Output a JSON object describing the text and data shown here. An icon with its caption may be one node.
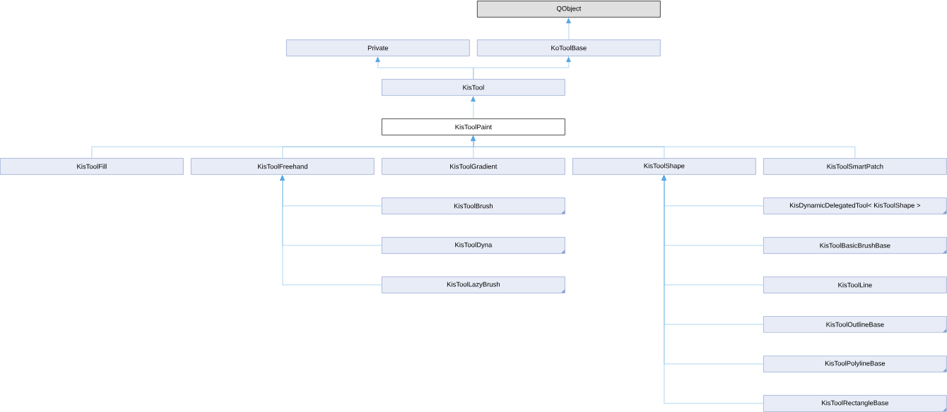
{
  "diagram": {
    "nodes": [
      {
        "text": [
          "QObject"
        ]
      },
      {
        "text": [
          "Private"
        ]
      },
      {
        "text": [
          "KoToolBase"
        ]
      },
      {
        "text": [
          "KisTool"
        ]
      },
      {
        "text": [
          "KisToolPaint"
        ]
      },
      {
        "text": [
          "KisToolFill"
        ]
      },
      {
        "text": [
          "KisToolFreehand"
        ]
      },
      {
        "text": [
          "KisToolGradient"
        ]
      },
      {
        "text": [
          "KisToolShape"
        ]
      },
      {
        "text": [
          "KisToolSmartPatch"
        ]
      },
      {
        "text": [
          "KisToolBrush"
        ]
      },
      {
        "text": [
          "KisDynamicDelegatedTool< KisToolShape >"
        ]
      },
      {
        "text": [
          "KisToolBasicBrushBase"
        ]
      },
      {
        "text": [
          "KisToolDyna"
        ]
      },
      {
        "text": [
          "KisToolLine"
        ]
      },
      {
        "text": [
          "KisToolLazyBrush"
        ]
      },
      {
        "text": [
          "KisToolOutlineBase"
        ]
      },
      {
        "text": [
          "KisToolPolylineBase"
        ]
      },
      {
        "text": [
          "KisToolRectangleBase"
        ]
      }
    ],
    "edges": [
      {
        "from": 2,
        "to": 0,
        "arrow": "to"
      },
      {
        "from": 3,
        "to": 1,
        "arrow": "to"
      },
      {
        "from": 3,
        "to": 2,
        "arrow": "to"
      },
      {
        "from": 4,
        "to": 3,
        "arrow": "to"
      },
      {
        "from": 5,
        "to": 4,
        "arrow": "to"
      },
      {
        "from": 6,
        "to": 4,
        "arrow": "to"
      },
      {
        "from": 7,
        "to": 4,
        "arrow": "to"
      },
      {
        "from": 8,
        "to": 4,
        "arrow": "to"
      },
      {
        "from": 9,
        "to": 4,
        "arrow": "to"
      },
      {
        "from": 10,
        "to": 6,
        "arrow": "to"
      },
      {
        "from": 13,
        "to": 6,
        "arrow": "to"
      },
      {
        "from": 15,
        "to": 6,
        "arrow": "to"
      },
      {
        "from": 11,
        "to": 8,
        "arrow": "to"
      },
      {
        "from": 12,
        "to": 8,
        "arrow": "to"
      },
      {
        "from": 14,
        "to": 8,
        "arrow": "to"
      },
      {
        "from": 16,
        "to": 8,
        "arrow": "to"
      },
      {
        "from": 17,
        "to": 8,
        "arrow": "to"
      },
      {
        "from": 18,
        "to": 8,
        "arrow": "to"
      }
    ]
  }
}
